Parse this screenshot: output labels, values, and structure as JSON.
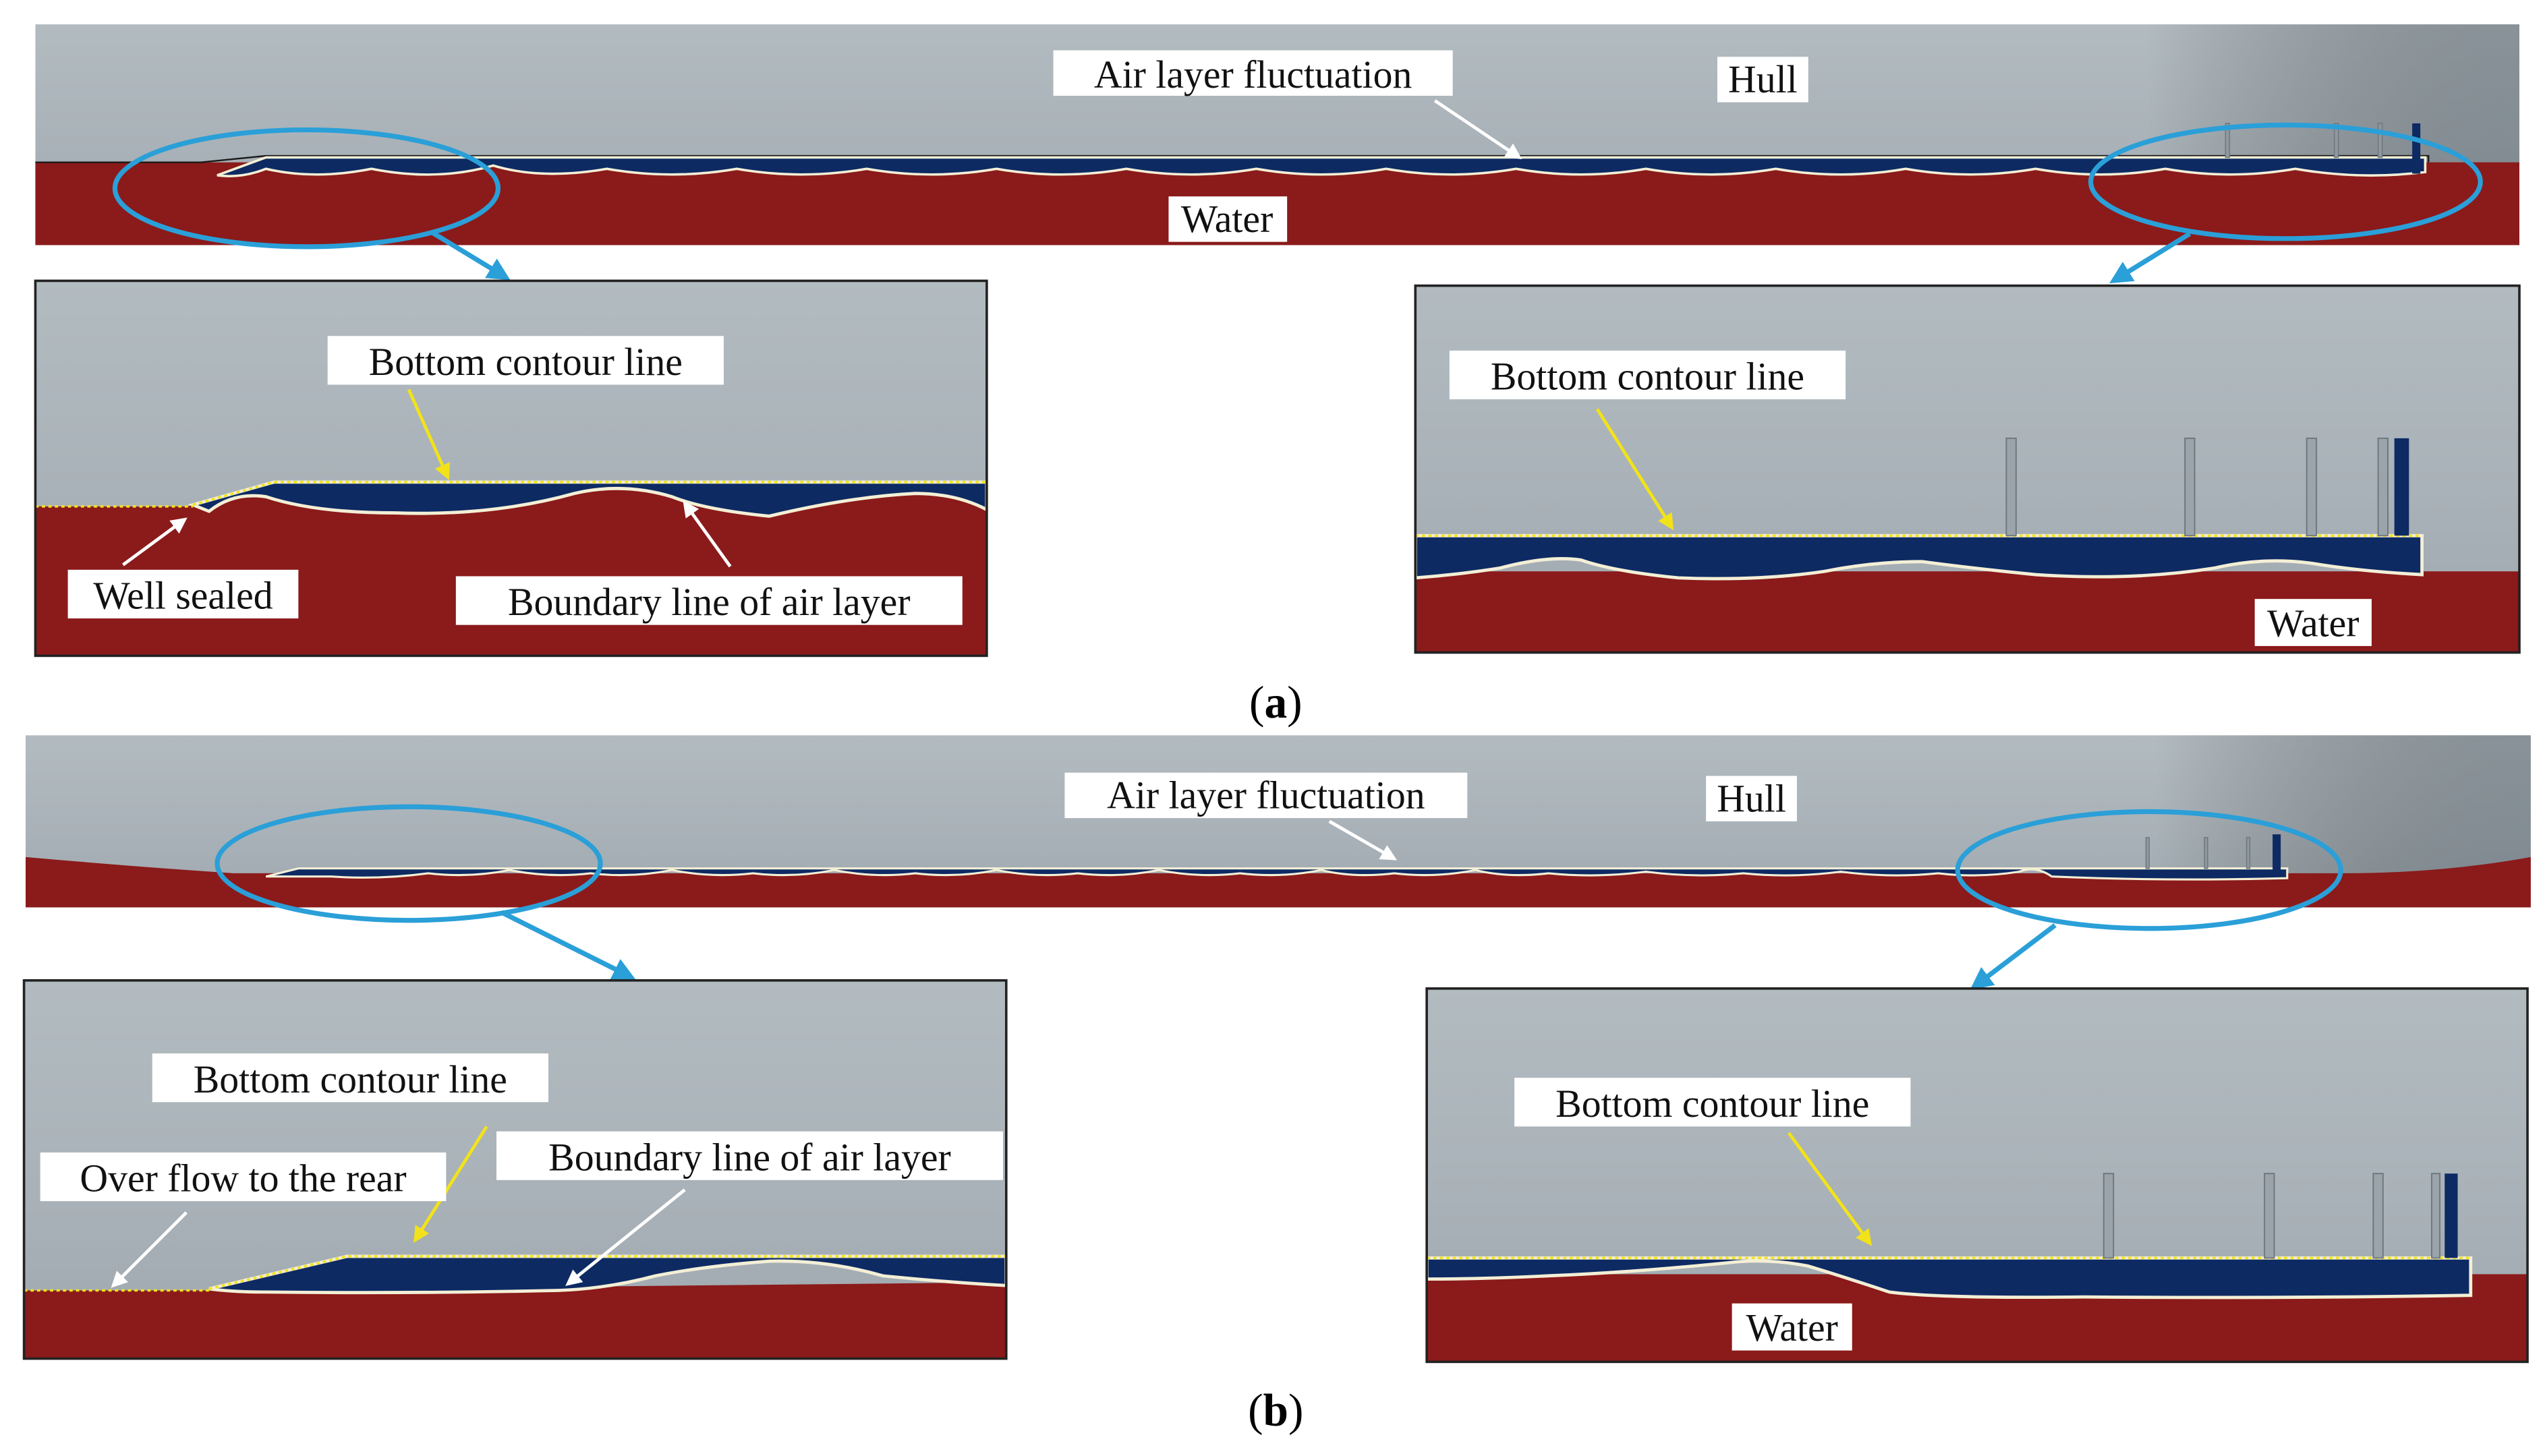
{
  "colors": {
    "hull": "#a7b1b7",
    "hull_dark": "#95a0a7",
    "water": "#8b1a1a",
    "air": "#0d2a63",
    "boundary": "#f3efd6",
    "ellipse": "#2a9fd8",
    "yellow_arrow": "#f2e21a",
    "white_arrow": "#ffffff",
    "label_bg": "#ffffff"
  },
  "panel_a": {
    "caption_letter": "a",
    "overview": {
      "label_air_fluctuation": "Air layer fluctuation",
      "label_hull": "Hull",
      "label_water": "Water"
    },
    "left_zoom": {
      "label_bottom_contour": "Bottom contour line",
      "label_well_sealed": "Well sealed",
      "label_boundary": "Boundary line of air layer"
    },
    "right_zoom": {
      "label_bottom_contour": "Bottom contour line",
      "label_water": "Water"
    }
  },
  "panel_b": {
    "caption_letter": "b",
    "overview": {
      "label_air_fluctuation": "Air layer fluctuation",
      "label_hull": "Hull"
    },
    "left_zoom": {
      "label_bottom_contour": "Bottom contour line",
      "label_over_flow": "Over flow to the rear",
      "label_boundary": "Boundary line of air layer"
    },
    "right_zoom": {
      "label_bottom_contour": "Bottom contour line",
      "label_water": "Water"
    }
  }
}
